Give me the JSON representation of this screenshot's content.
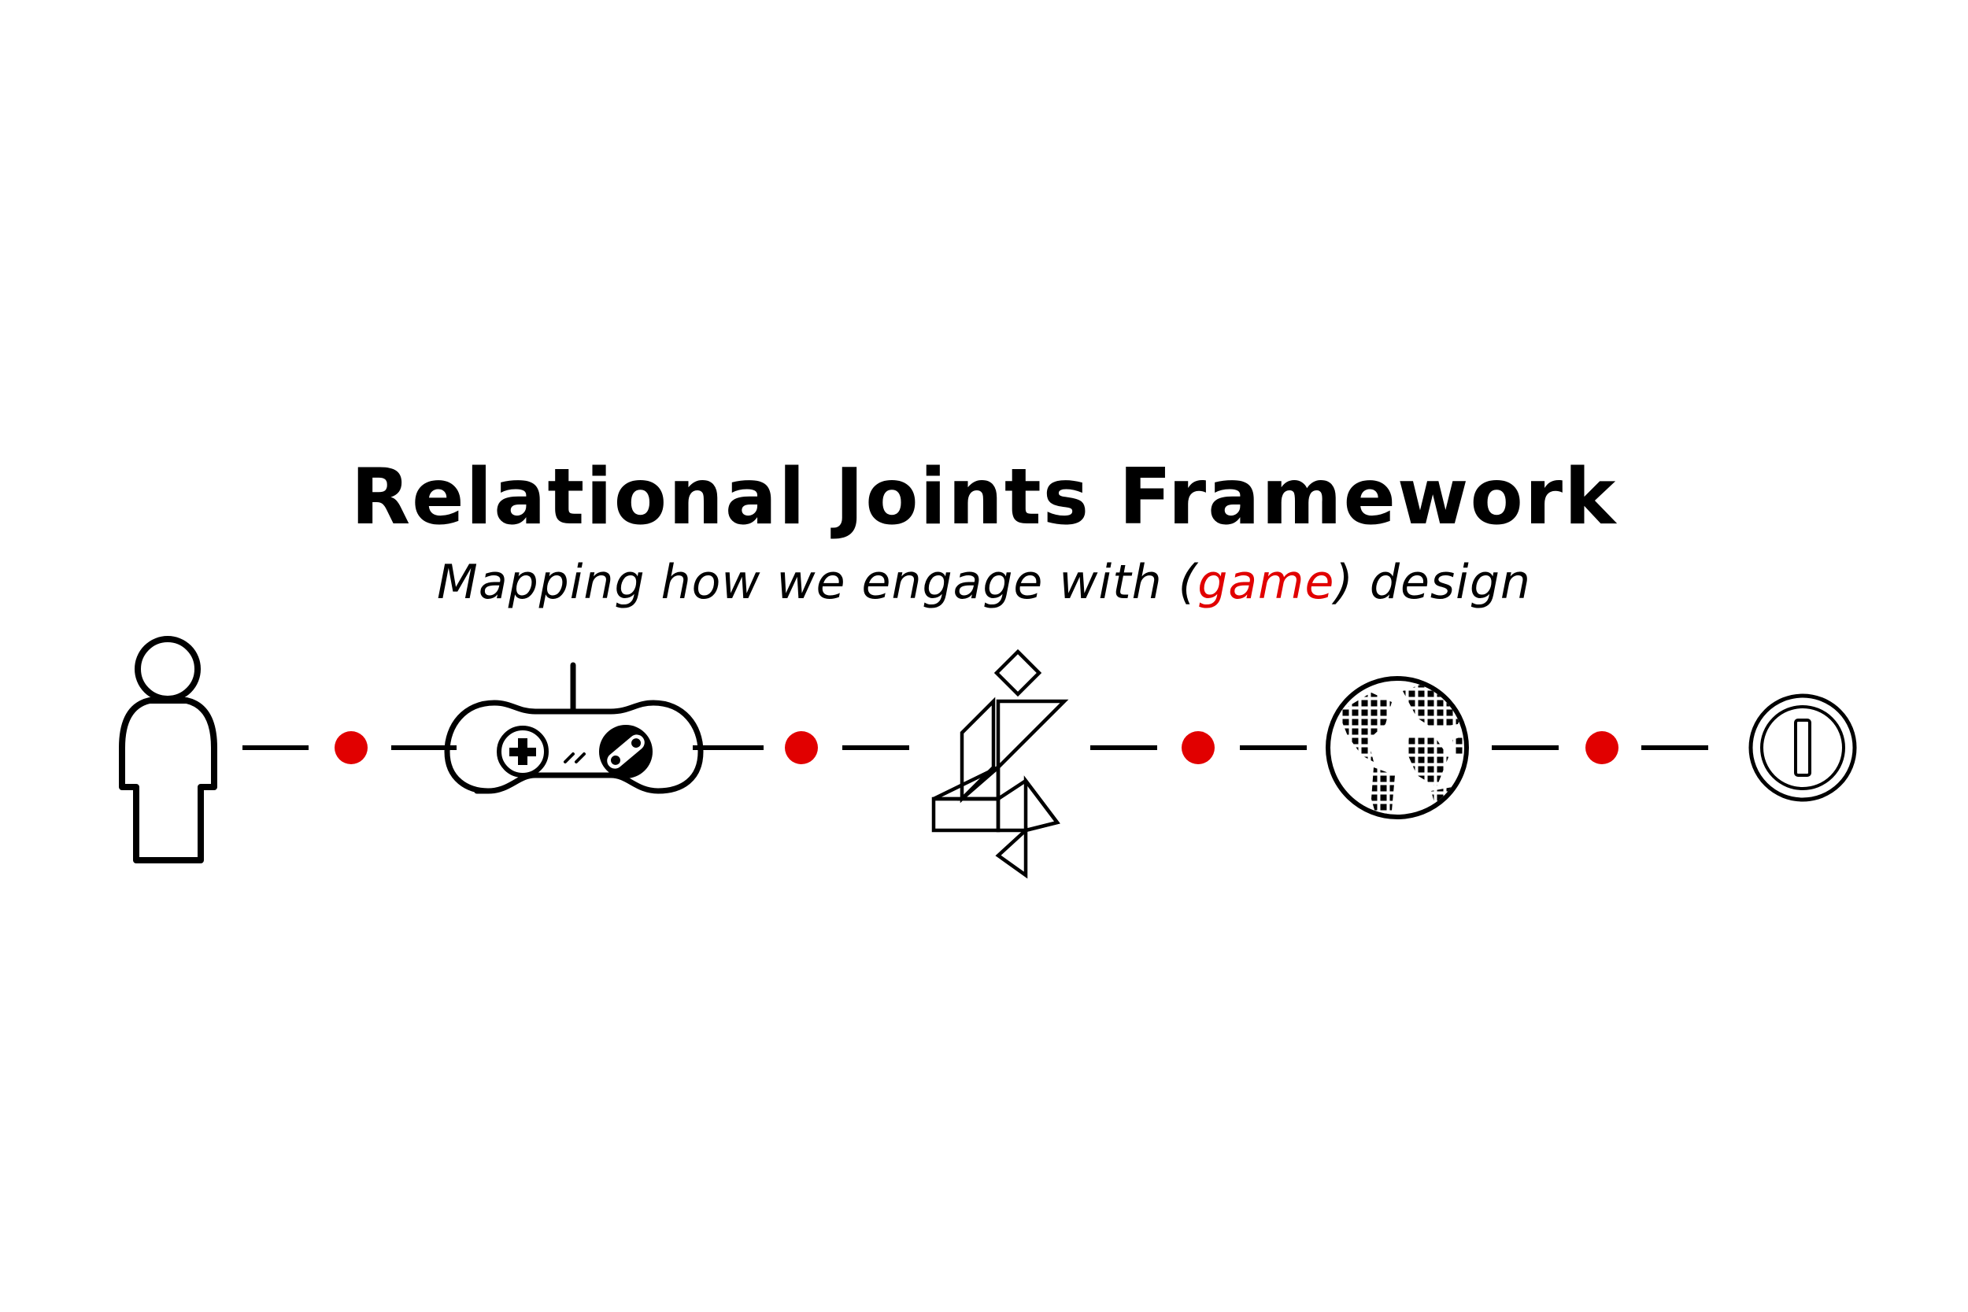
{
  "header": {
    "title": "Relational Joints Framework",
    "subtitle_before": "Mapping how we engage with (",
    "subtitle_accent": "game",
    "subtitle_after": ") design"
  },
  "colors": {
    "accent": "#e10000",
    "ink": "#000000",
    "background": "#ffffff"
  },
  "nodes": [
    {
      "icon": "person-icon"
    },
    {
      "icon": "game-controller-icon"
    },
    {
      "icon": "tangram-figure-icon"
    },
    {
      "icon": "globe-icon"
    },
    {
      "icon": "coin-icon"
    }
  ]
}
